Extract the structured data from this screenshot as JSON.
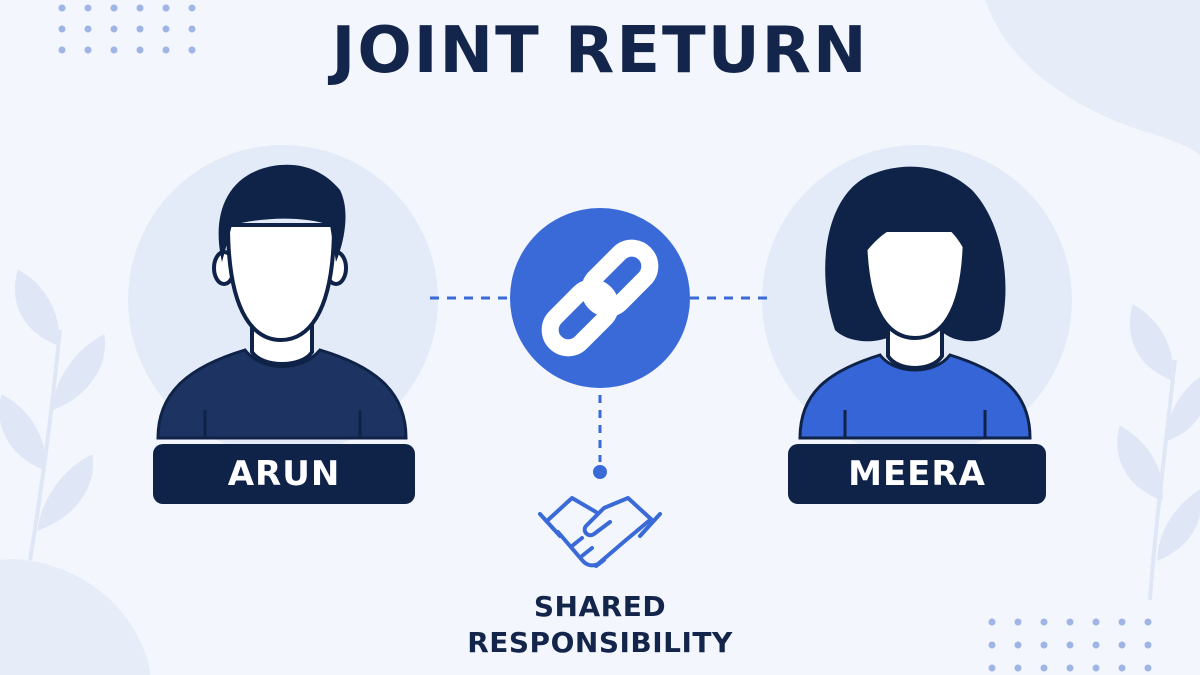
{
  "title": "JOINT RETURN",
  "persons": [
    {
      "name": "ARUN",
      "shirt_color": "#1d3361"
    },
    {
      "name": "MEERA",
      "shirt_color": "#3565d6"
    }
  ],
  "center_icon": "chain-link-icon",
  "shared_icon": "handshake-icon",
  "caption": {
    "line1": "SHARED",
    "line2": "RESPONSIBILITY"
  },
  "colors": {
    "navy": "#13254a",
    "accent": "#3a6ad8",
    "background": "#f3f6fc",
    "circle": "#e4ebf8"
  }
}
